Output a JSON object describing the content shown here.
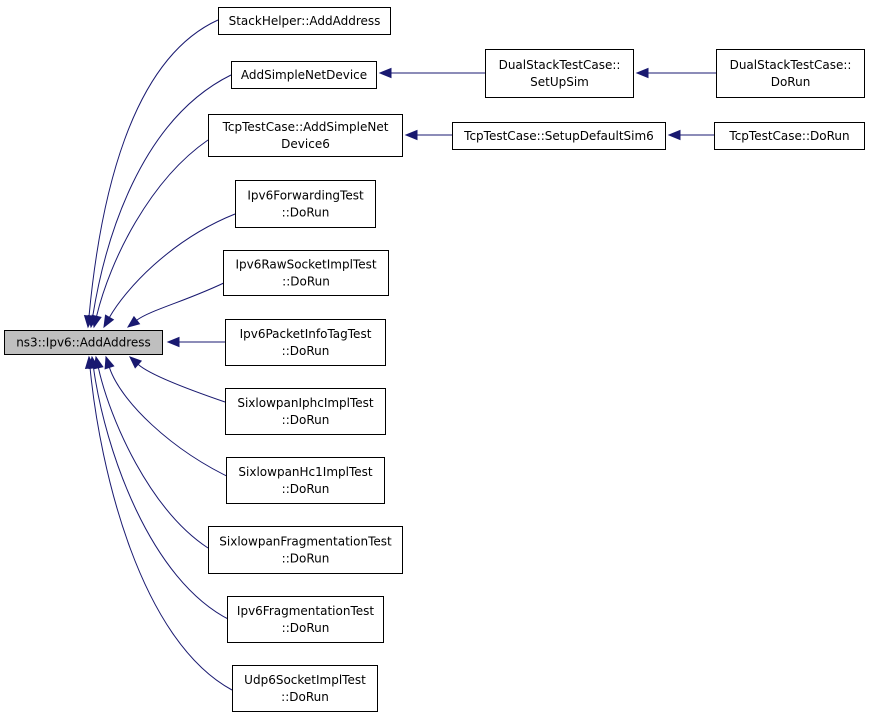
{
  "colors": {
    "edge": "#191970",
    "node_border": "#000000",
    "node_fill": "#ffffff",
    "focus_fill": "#bfbfbf",
    "text": "#000000"
  },
  "nodes": {
    "root": {
      "lines": [
        "ns3::Ipv6::AddAddress"
      ],
      "focus": true
    },
    "stackhelper": {
      "lines": [
        "StackHelper::AddAddress"
      ]
    },
    "addsimplenet": {
      "lines": [
        "AddSimpleNetDevice"
      ]
    },
    "dualsetup": {
      "lines": [
        "DualStackTestCase::",
        "SetUpSim"
      ]
    },
    "dualdorun": {
      "lines": [
        "DualStackTestCase::",
        "DoRun"
      ]
    },
    "tcpaddsimple": {
      "lines": [
        "TcpTestCase::AddSimpleNet",
        "Device6"
      ]
    },
    "tcpsetup": {
      "lines": [
        "TcpTestCase::SetupDefaultSim6"
      ]
    },
    "tcpdorun": {
      "lines": [
        "TcpTestCase::DoRun"
      ]
    },
    "ipv6fwd": {
      "lines": [
        "Ipv6ForwardingTest",
        "::DoRun"
      ]
    },
    "ipv6raw": {
      "lines": [
        "Ipv6RawSocketImplTest",
        "::DoRun"
      ]
    },
    "ipv6pkt": {
      "lines": [
        "Ipv6PacketInfoTagTest",
        "::DoRun"
      ]
    },
    "sixiphc": {
      "lines": [
        "SixlowpanIphcImplTest",
        "::DoRun"
      ]
    },
    "sixhc1": {
      "lines": [
        "SixlowpanHc1ImplTest",
        "::DoRun"
      ]
    },
    "sixfrag": {
      "lines": [
        "SixlowpanFragmentationTest",
        "::DoRun"
      ]
    },
    "ipv6frag": {
      "lines": [
        "Ipv6FragmentationTest",
        "::DoRun"
      ]
    },
    "udp6": {
      "lines": [
        "Udp6SocketImplTest",
        "::DoRun"
      ]
    }
  },
  "edges": [
    {
      "from": "stackhelper",
      "to": "root"
    },
    {
      "from": "addsimplenet",
      "to": "root"
    },
    {
      "from": "tcpaddsimple",
      "to": "root"
    },
    {
      "from": "ipv6fwd",
      "to": "root"
    },
    {
      "from": "ipv6raw",
      "to": "root"
    },
    {
      "from": "ipv6pkt",
      "to": "root"
    },
    {
      "from": "sixiphc",
      "to": "root"
    },
    {
      "from": "sixhc1",
      "to": "root"
    },
    {
      "from": "sixfrag",
      "to": "root"
    },
    {
      "from": "ipv6frag",
      "to": "root"
    },
    {
      "from": "udp6",
      "to": "root"
    },
    {
      "from": "dualsetup",
      "to": "addsimplenet"
    },
    {
      "from": "dualdorun",
      "to": "dualsetup"
    },
    {
      "from": "tcpsetup",
      "to": "tcpaddsimple"
    },
    {
      "from": "tcpdorun",
      "to": "tcpsetup"
    }
  ]
}
